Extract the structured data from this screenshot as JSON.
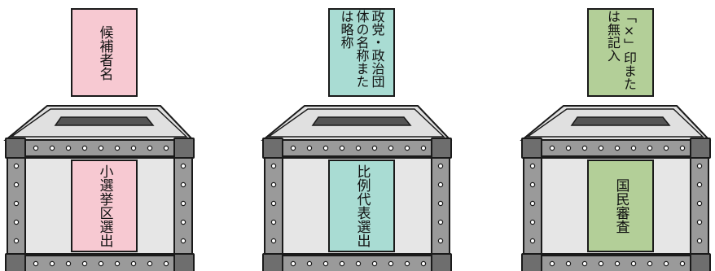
{
  "boxes": [
    {
      "ballot_text": "候補者名",
      "ballot_color": "#f7c9d2",
      "label_text": "小選挙区選出",
      "label_color": "#f7c9d2"
    },
    {
      "ballot_text": "政党・政治団体の名称または略称",
      "ballot_color": "#a9dcd3",
      "label_text": "比例代表選出",
      "label_color": "#a9dcd3"
    },
    {
      "ballot_text": "「×」印または無記入",
      "ballot_color": "#b3cf98",
      "label_text": "国民審査",
      "label_color": "#b3cf98"
    }
  ],
  "colors": {
    "outline": "#1a1a1a",
    "box_face": "#e6e6e6",
    "box_top": "#e0e0e0",
    "frame": "#9a9a9a",
    "corner": "#6e6e6e",
    "slot": "#555555",
    "rivet": "#ffffff"
  }
}
